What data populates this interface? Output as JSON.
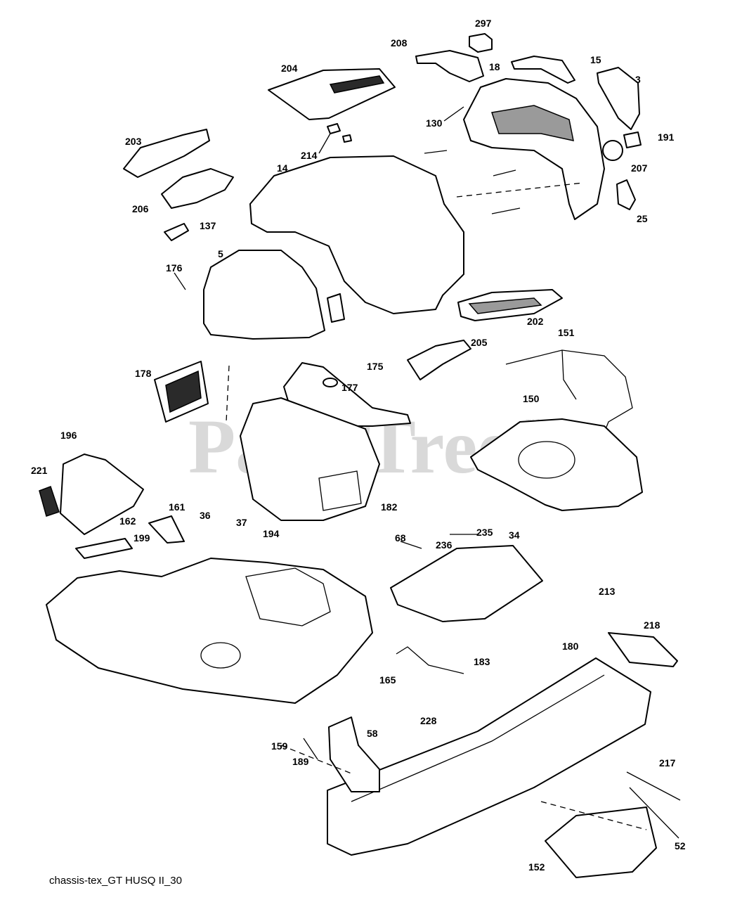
{
  "caption": "chassis-tex_GT HUSQ II_30",
  "watermark": {
    "text": "PartsTree",
    "tm": "TM"
  },
  "part_labels": [
    "297",
    "208",
    "15",
    "18",
    "3",
    "204",
    "130",
    "191",
    "207",
    "214",
    "203",
    "14",
    "25",
    "206",
    "137",
    "5",
    "176",
    "202",
    "151",
    "205",
    "175",
    "178",
    "177",
    "150",
    "196",
    "221",
    "182",
    "162",
    "161",
    "36",
    "37",
    "194",
    "199",
    "235",
    "68",
    "34",
    "236",
    "213",
    "218",
    "180",
    "183",
    "165",
    "228",
    "58",
    "159",
    "189",
    "217",
    "52",
    "152"
  ]
}
